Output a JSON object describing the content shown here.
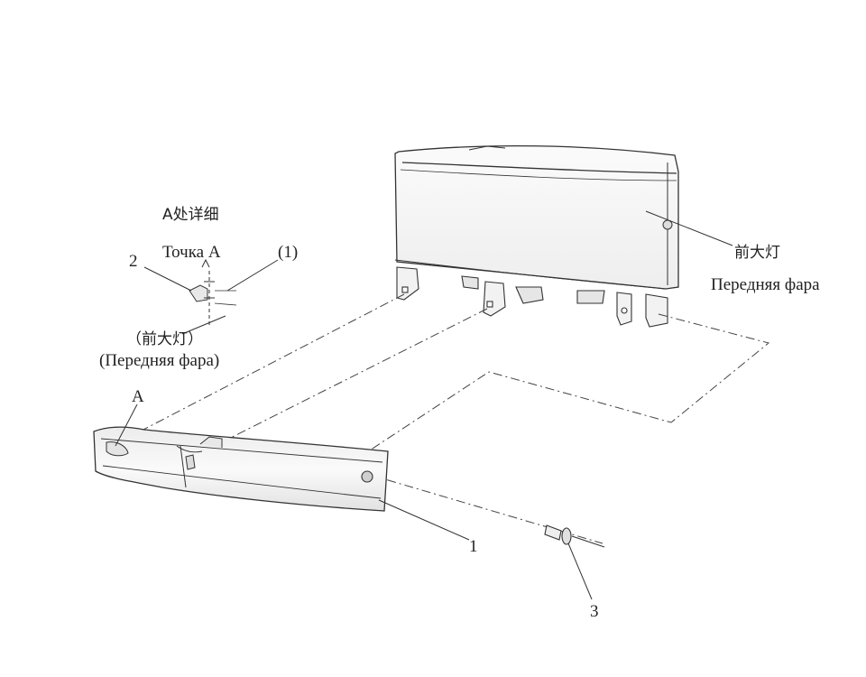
{
  "detail": {
    "title_cn": "A处详细",
    "title_ru": "Точка A",
    "callout_2": "2",
    "callout_1_paren": "(1)",
    "headlamp_cn_paren": "（前大灯）",
    "headlamp_ru_paren": "(Передняя фара)"
  },
  "headlamp": {
    "label_cn": "前大灯",
    "label_ru": "Передняя фара"
  },
  "part_point_a": "A",
  "callout_1": "1",
  "callout_3": "3",
  "colors": {
    "line": "#333333",
    "lens": "#f4f4f4",
    "housing": "#f7f7f7"
  }
}
